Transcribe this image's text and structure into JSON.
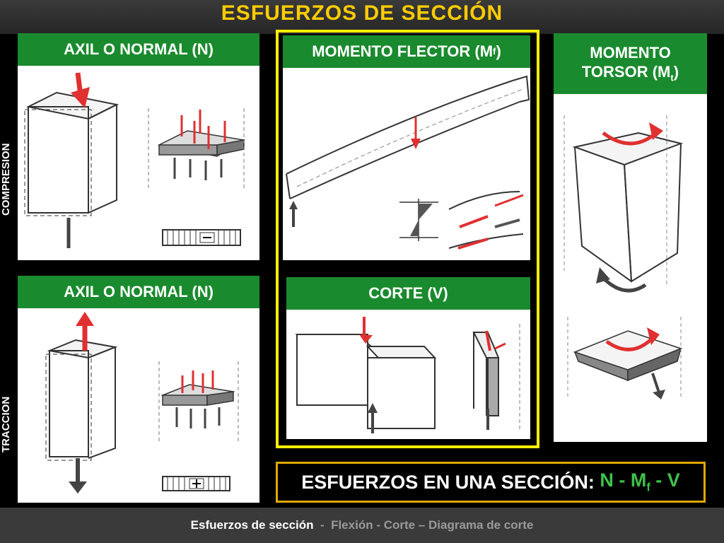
{
  "title": "ESFUERZOS DE SECCIÓN",
  "side_labels": {
    "compression": "COMPRESION",
    "traction": "TRACCION"
  },
  "panels": {
    "axial_compression": {
      "label": "AXIL O NORMAL (N)"
    },
    "axial_traction": {
      "label": "AXIL O NORMAL (N)"
    },
    "bending": {
      "label_main": "MOMENTO FLECTOR (M",
      "label_sub": "f",
      "label_end": ")"
    },
    "torsion": {
      "label_line1": "MOMENTO",
      "label_line2_main": "TORSOR (M",
      "label_sub": "t",
      "label_end": ")"
    },
    "shear": {
      "label": "CORTE (V)"
    }
  },
  "summary": {
    "prefix": "ESFUERZOS EN UNA SECCIÓN: ",
    "formula_main": "N - M",
    "formula_sub": "f",
    "formula_end": " - V"
  },
  "footer": {
    "part1": "Esfuerzos de sección",
    "sep1": "  -  ",
    "part2": "Flexión -  Corte – Diagrama de corte"
  },
  "colors": {
    "title": "#ffcc00",
    "green": "#1a8a2e",
    "frame": "#ffee00",
    "arrow": "#e03030"
  },
  "icons": [
    "arrow-down-icon",
    "arrow-up-icon",
    "rotation-arrow-icon",
    "minus-sign-icon",
    "plus-sign-icon"
  ]
}
